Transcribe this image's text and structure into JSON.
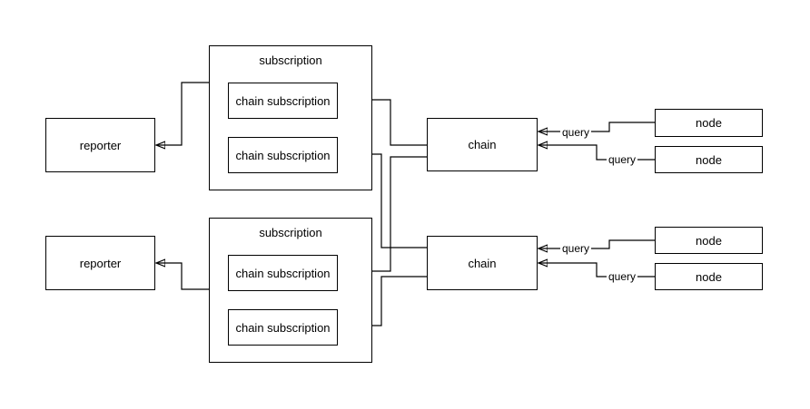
{
  "page": {
    "background": "#ffffff"
  },
  "diagram": {
    "colors": {
      "line": "#000000",
      "border": "#000000",
      "box_fill": "#ffffff",
      "text": "#000000"
    },
    "reporters": [
      {
        "label": "reporter"
      },
      {
        "label": "reporter"
      }
    ],
    "subscriptions": [
      {
        "label": "subscription",
        "chain_subscriptions": [
          {
            "label": "chain subscription"
          },
          {
            "label": "chain subscription"
          }
        ]
      },
      {
        "label": "subscription",
        "chain_subscriptions": [
          {
            "label": "chain subscription"
          },
          {
            "label": "chain subscription"
          }
        ]
      }
    ],
    "chains": [
      {
        "label": "chain"
      },
      {
        "label": "chain"
      }
    ],
    "nodes": [
      {
        "label": "node"
      },
      {
        "label": "node"
      },
      {
        "label": "node"
      },
      {
        "label": "node"
      }
    ],
    "edges": [
      {
        "from": "subscription-1",
        "to": "reporter-1",
        "label": ""
      },
      {
        "from": "subscription-2",
        "to": "reporter-2",
        "label": ""
      },
      {
        "from": "chain-1",
        "to": "chain-subscription-1",
        "label": ""
      },
      {
        "from": "chain-1",
        "to": "chain-subscription-3",
        "label": ""
      },
      {
        "from": "chain-2",
        "to": "chain-subscription-2",
        "label": ""
      },
      {
        "from": "chain-2",
        "to": "chain-subscription-4",
        "label": ""
      },
      {
        "from": "node-1",
        "to": "chain-1",
        "label": "query"
      },
      {
        "from": "node-2",
        "to": "chain-1",
        "label": "query"
      },
      {
        "from": "node-3",
        "to": "chain-2",
        "label": "query"
      },
      {
        "from": "node-4",
        "to": "chain-2",
        "label": "query"
      }
    ]
  }
}
